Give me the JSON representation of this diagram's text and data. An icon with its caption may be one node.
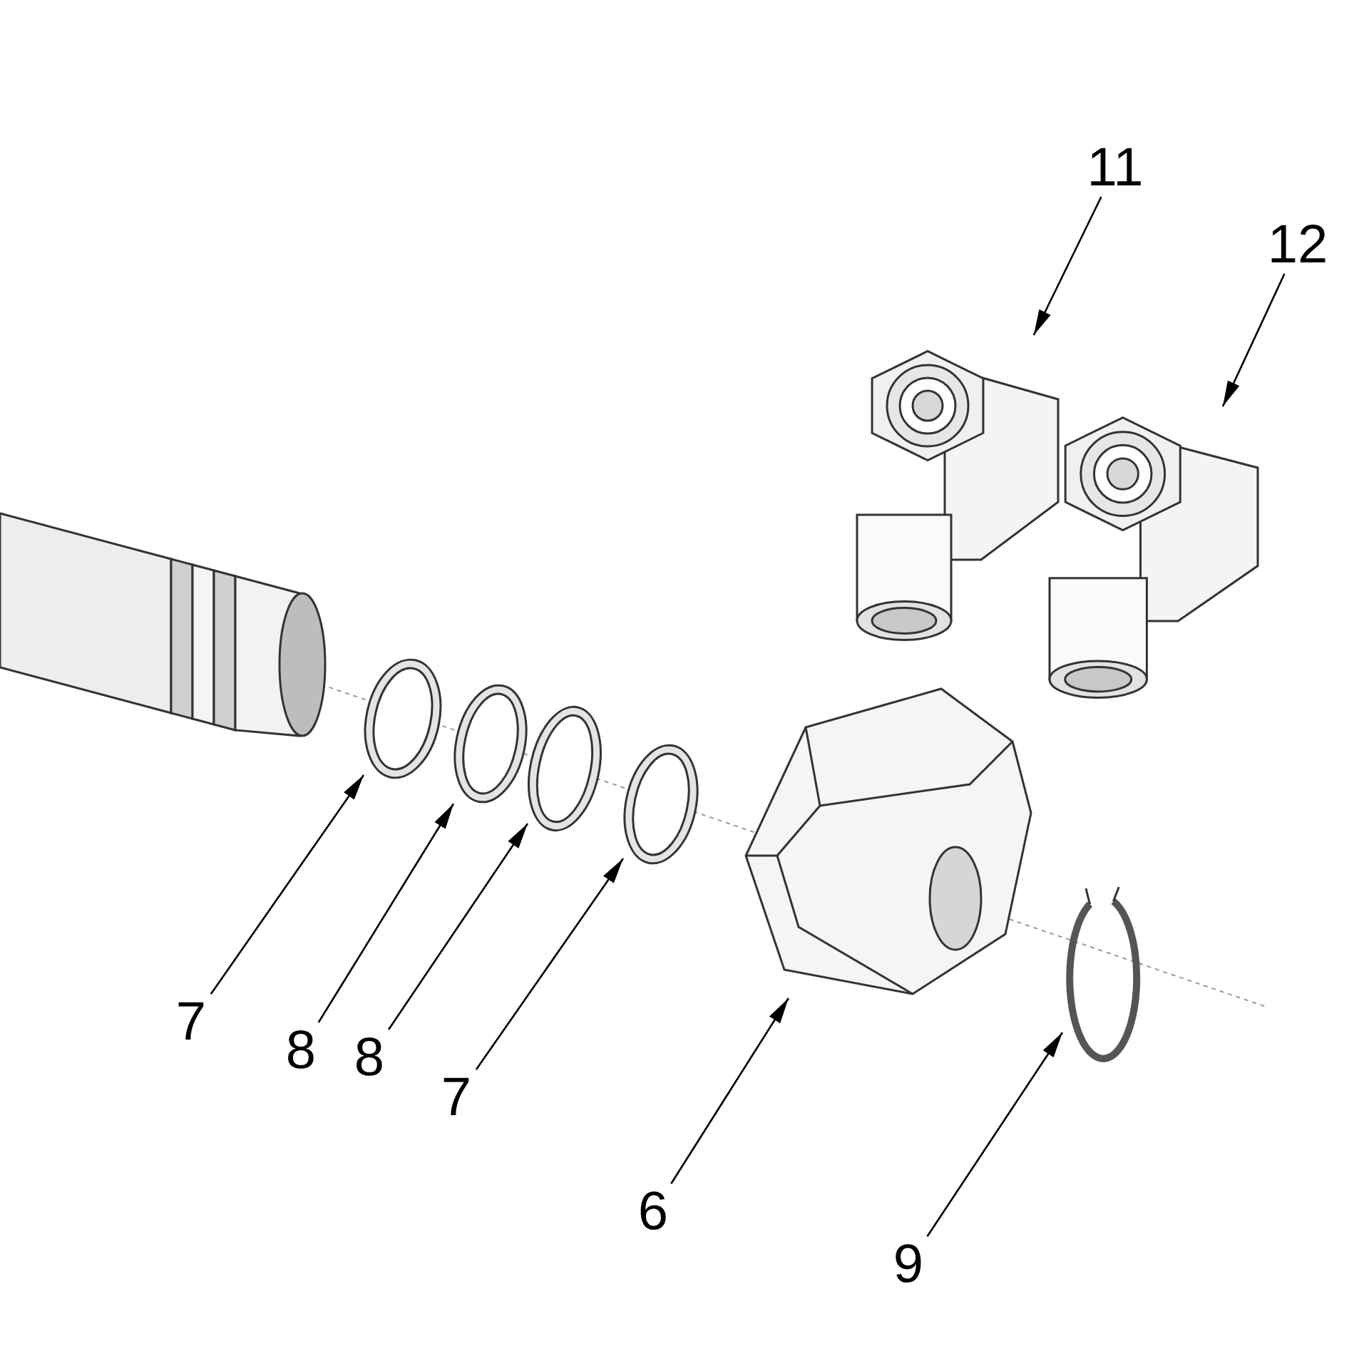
{
  "diagram": {
    "nodes": [
      {
        "text": [
          "11"
        ]
      },
      {
        "text": [
          "12"
        ]
      },
      {
        "text": [],
        "shape": "picture"
      },
      {
        "text": [],
        "shape": "picture"
      },
      {
        "text": [],
        "shape": "picture"
      },
      {
        "text": [],
        "shape": "picture"
      },
      {
        "text": [],
        "shape": "picture"
      },
      {
        "text": [],
        "shape": "picture"
      },
      {
        "text": [],
        "shape": "picture"
      },
      {
        "text": [],
        "shape": "picture"
      },
      {
        "text": [
          "7"
        ]
      },
      {
        "text": [
          "8"
        ]
      },
      {
        "text": [
          "8"
        ]
      },
      {
        "text": [
          "7"
        ]
      },
      {
        "text": [
          "6"
        ]
      },
      {
        "text": [
          "9"
        ]
      }
    ],
    "edges": [
      {
        "from": 0,
        "to": 2,
        "arrow": "to"
      },
      {
        "from": 1,
        "to": 3,
        "arrow": "to"
      },
      {
        "from": 10,
        "to": 4,
        "arrow": "to"
      },
      {
        "from": 11,
        "to": 5,
        "arrow": "to"
      },
      {
        "from": 12,
        "to": 6,
        "arrow": "to"
      },
      {
        "from": 13,
        "to": 7,
        "arrow": "to"
      },
      {
        "from": 14,
        "to": 8,
        "arrow": "to"
      },
      {
        "from": 15,
        "to": 9,
        "arrow": "to"
      }
    ]
  }
}
